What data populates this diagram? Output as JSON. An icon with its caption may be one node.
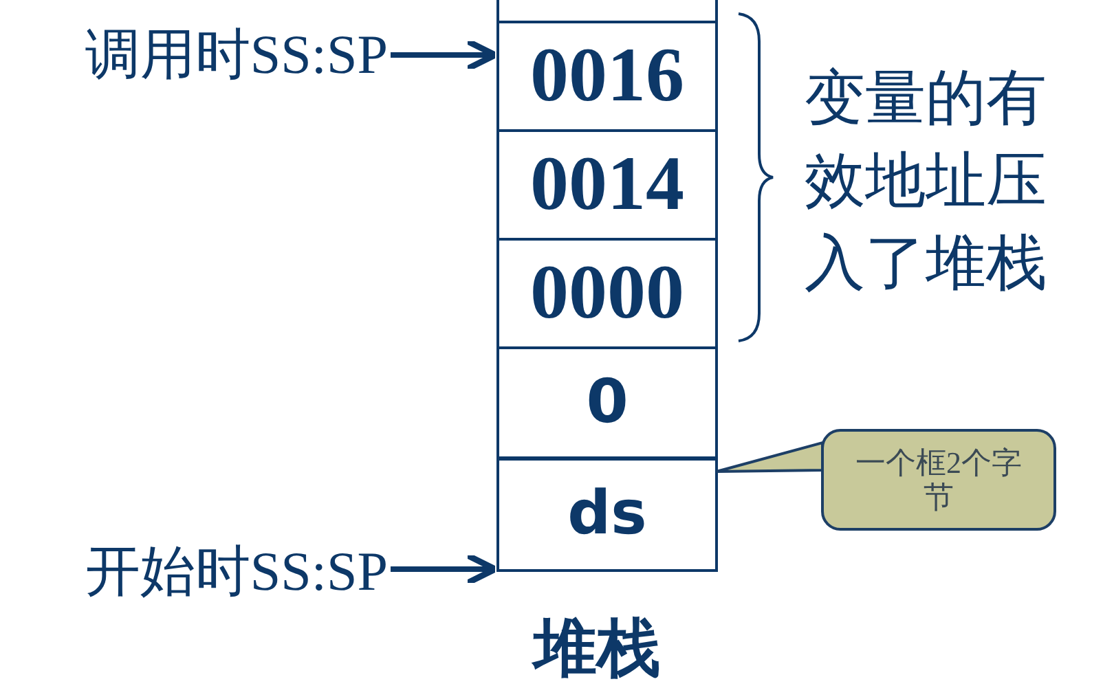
{
  "diagram": {
    "nodes": [
      {
        "text": [],
        "shape": "box"
      },
      {
        "text": [
          "0016"
        ]
      },
      {
        "text": [
          "0014"
        ]
      },
      {
        "text": [
          "0000"
        ]
      },
      {
        "text": [
          "0"
        ]
      },
      {
        "text": [
          "ds"
        ]
      },
      {
        "text": [
          "调用时SS:SP"
        ]
      },
      {
        "text": [
          "开始时SS:SP"
        ]
      },
      {
        "text": [
          "一个框2个字节"
        ]
      }
    ],
    "edges": [
      {
        "from": 6,
        "to": 1,
        "arrow": "to"
      },
      {
        "from": 7,
        "to": 5,
        "arrow": "to"
      },
      {
        "from": 8,
        "to": 5,
        "arrow": "none"
      }
    ],
    "labels": [
      "变量的有效地址压入了堆栈",
      "堆栈"
    ]
  }
}
